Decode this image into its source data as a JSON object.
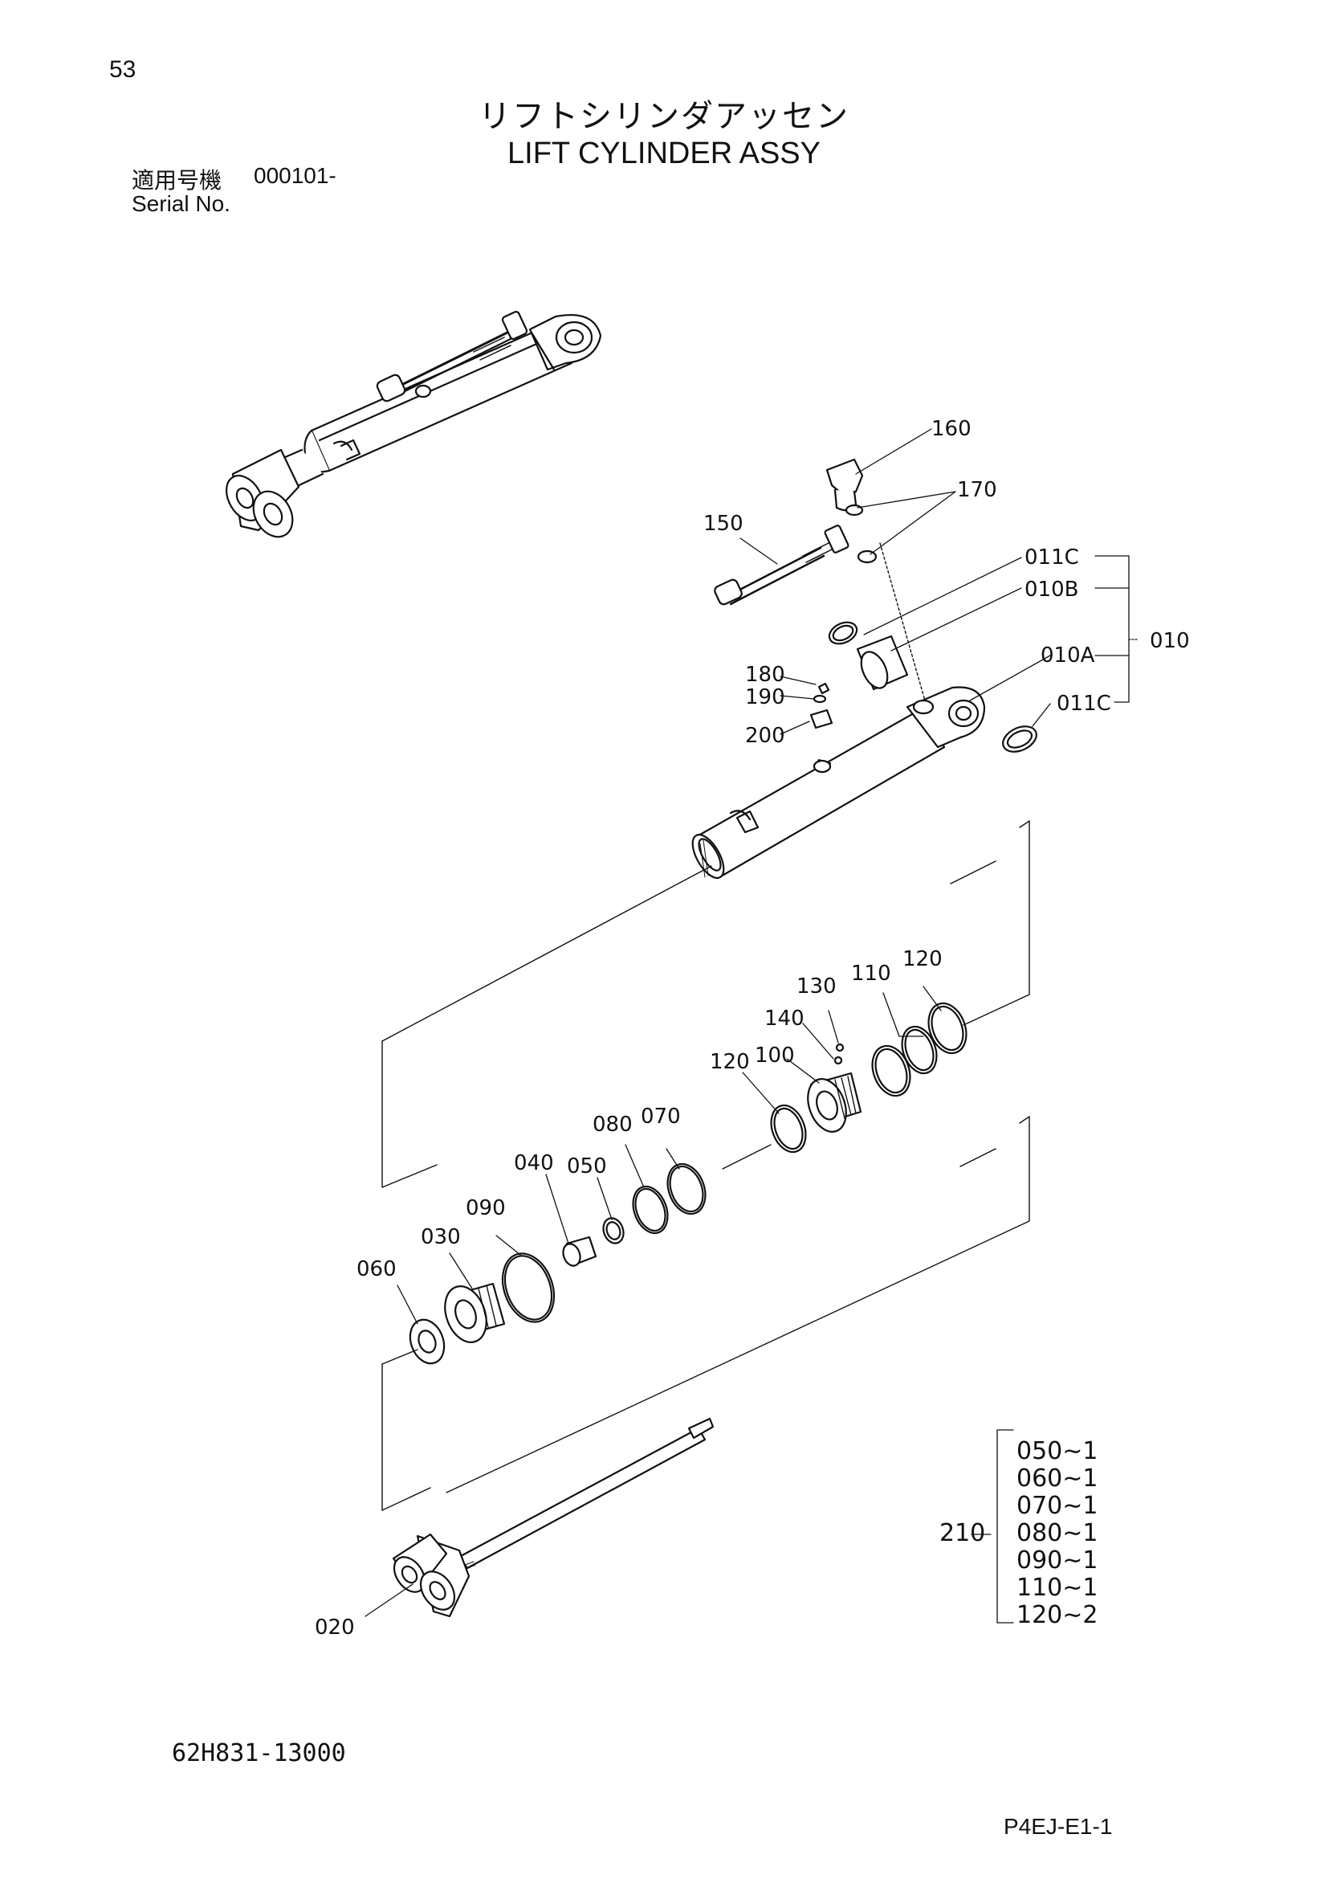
{
  "header": {
    "page_number": "53",
    "title_jp": "リフトシリンダアッセン",
    "title_en": "LIFT CYLINDER ASSY",
    "serial_label_jp": "適用号機",
    "serial_value": "000101-",
    "serial_label_en": "Serial No."
  },
  "diagram": {
    "callouts": [
      {
        "id": "160",
        "label": "160"
      },
      {
        "id": "170",
        "label": "170"
      },
      {
        "id": "150",
        "label": "150"
      },
      {
        "id": "011c-top",
        "label": "011C"
      },
      {
        "id": "010b",
        "label": "010B"
      },
      {
        "id": "010",
        "label": "010"
      },
      {
        "id": "010a",
        "label": "010A"
      },
      {
        "id": "011c-bottom",
        "label": "011C"
      },
      {
        "id": "180",
        "label": "180"
      },
      {
        "id": "190",
        "label": "190"
      },
      {
        "id": "200",
        "label": "200"
      },
      {
        "id": "130",
        "label": "130"
      },
      {
        "id": "110",
        "label": "110"
      },
      {
        "id": "120-right",
        "label": "120"
      },
      {
        "id": "140",
        "label": "140"
      },
      {
        "id": "120-left",
        "label": "120"
      },
      {
        "id": "100",
        "label": "100"
      },
      {
        "id": "080",
        "label": "080"
      },
      {
        "id": "070",
        "label": "070"
      },
      {
        "id": "040",
        "label": "040"
      },
      {
        "id": "050",
        "label": "050"
      },
      {
        "id": "090",
        "label": "090"
      },
      {
        "id": "030",
        "label": "030"
      },
      {
        "id": "060",
        "label": "060"
      },
      {
        "id": "020",
        "label": "020"
      },
      {
        "id": "210",
        "label": "210"
      }
    ],
    "kit_list": [
      {
        "label": "050∼1"
      },
      {
        "label": "060∼1"
      },
      {
        "label": "070∼1"
      },
      {
        "label": "080∼1"
      },
      {
        "label": "090∼1"
      },
      {
        "label": "110∼1"
      },
      {
        "label": "120∼2"
      }
    ]
  },
  "footer": {
    "part_number": "62H831-13000",
    "page_code": "P4EJ-E1-1"
  }
}
